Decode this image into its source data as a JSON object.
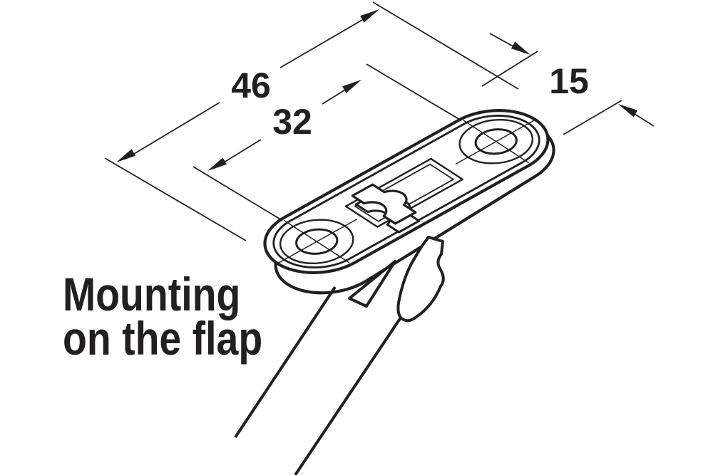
{
  "drawing": {
    "background": "#ffffff",
    "line_color": "#231f20",
    "dimensions": {
      "overall_length": "46",
      "hole_spacing": "32",
      "width": "15"
    },
    "caption": {
      "line1": "Mounting",
      "line2": "on the flap"
    }
  }
}
